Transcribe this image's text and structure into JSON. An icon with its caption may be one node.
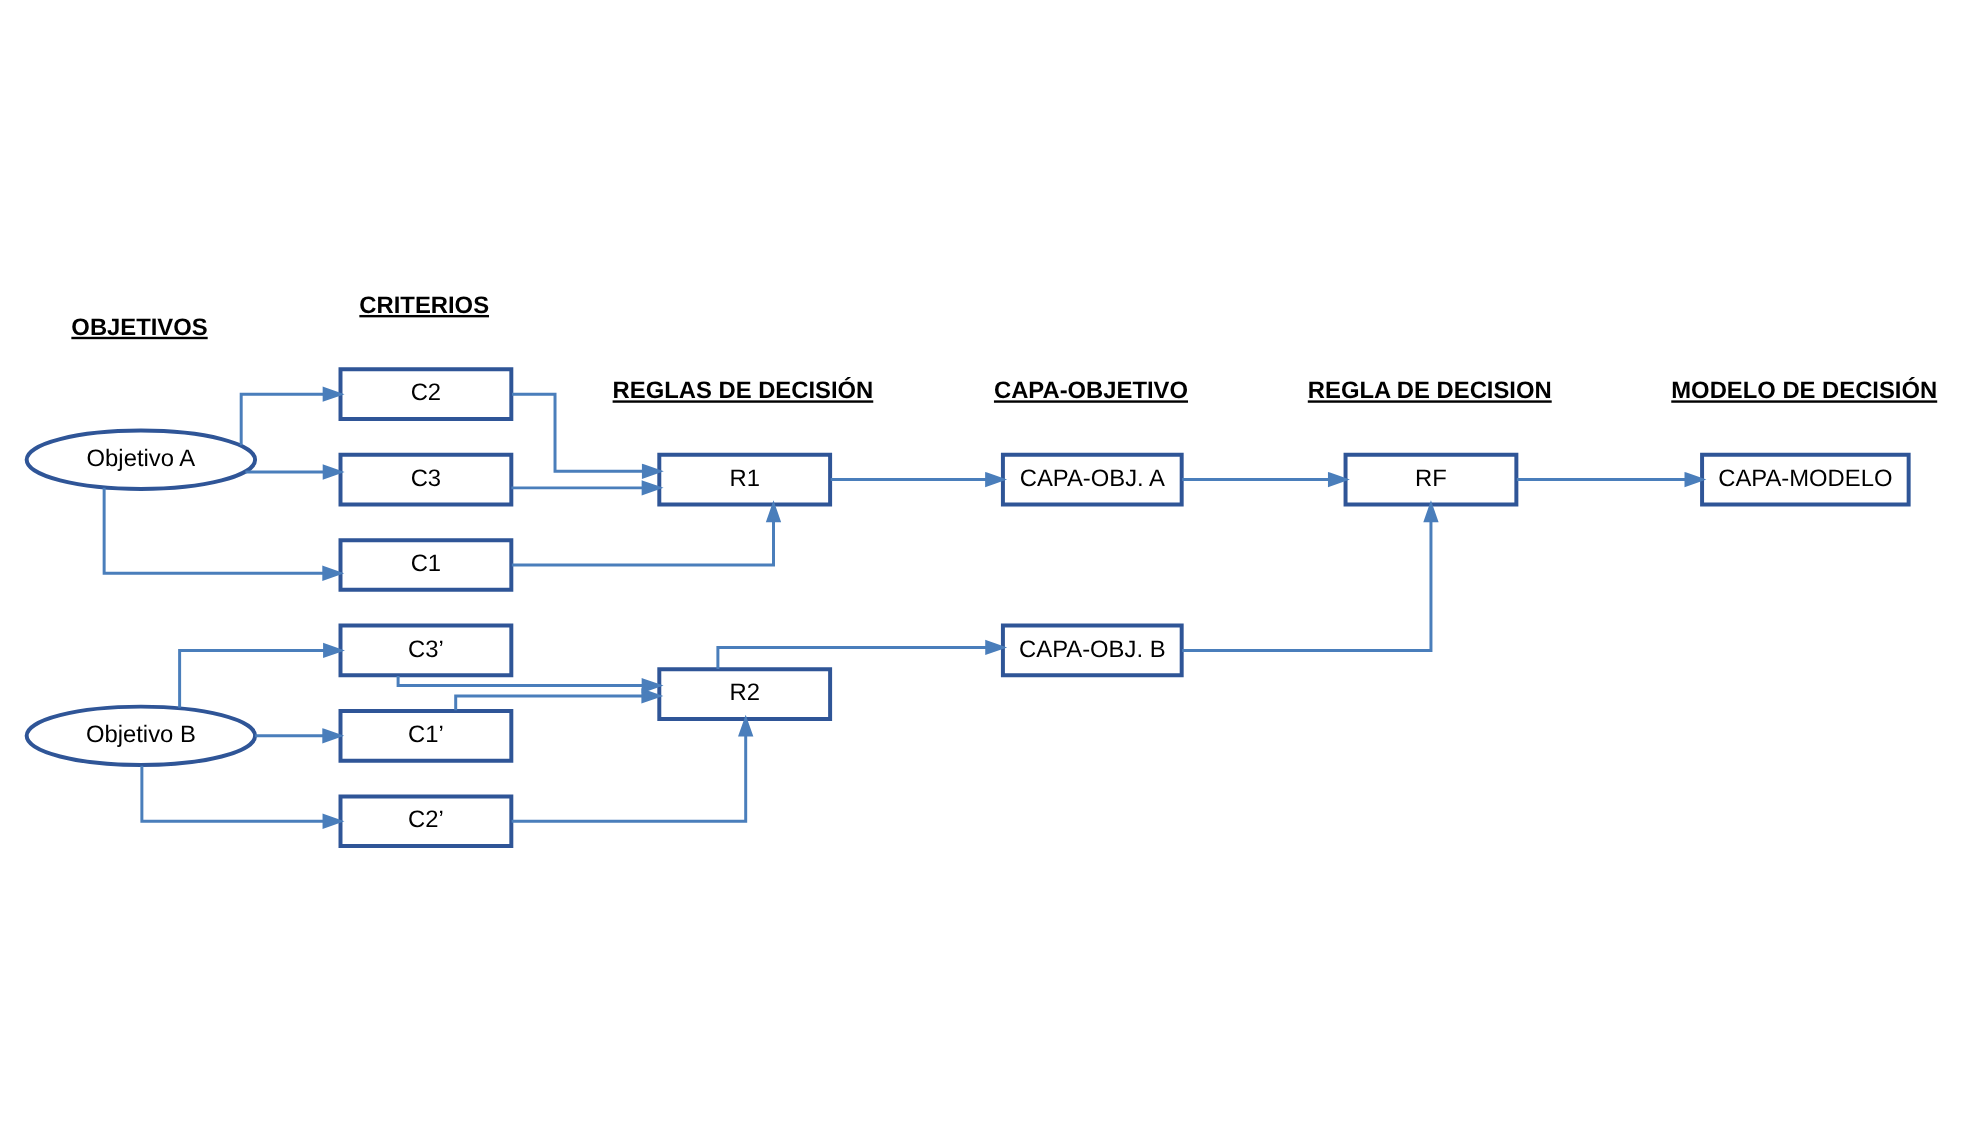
{
  "diagram": {
    "nodes": [
      {
        "text": [
          "Objetivo A"
        ]
      },
      {
        "text": [
          "C1"
        ]
      },
      {
        "text": [
          "C2"
        ]
      },
      {
        "text": [
          "C3"
        ]
      },
      {
        "text": [
          "R1"
        ]
      },
      {
        "text": [
          "CAPA-OBJ. A"
        ]
      },
      {
        "text": [
          "Objetivo B"
        ]
      },
      {
        "text": [
          "C1’"
        ]
      },
      {
        "text": [
          "C2’"
        ]
      },
      {
        "text": [
          "C3’"
        ]
      },
      {
        "text": [
          "R2"
        ]
      },
      {
        "text": [
          "CAPA-OBJ. B"
        ]
      },
      {
        "text": [
          "RF"
        ]
      },
      {
        "text": [
          "CAPA-MODELO"
        ]
      }
    ],
    "edges": [
      {
        "from": 0,
        "to": 1,
        "arrow": "to"
      },
      {
        "from": 0,
        "to": 2,
        "arrow": "to"
      },
      {
        "from": 0,
        "to": 3,
        "arrow": "to"
      },
      {
        "from": 1,
        "to": 4,
        "arrow": "to"
      },
      {
        "from": 2,
        "to": 4,
        "arrow": "to"
      },
      {
        "from": 3,
        "to": 4,
        "arrow": "to"
      },
      {
        "from": 4,
        "to": 5,
        "arrow": "to"
      },
      {
        "from": 6,
        "to": 7,
        "arrow": "to"
      },
      {
        "from": 6,
        "to": 8,
        "arrow": "to"
      },
      {
        "from": 6,
        "to": 9,
        "arrow": "to"
      },
      {
        "from": 7,
        "to": 10,
        "arrow": "to"
      },
      {
        "from": 8,
        "to": 10,
        "arrow": "to"
      },
      {
        "from": 9,
        "to": 10,
        "arrow": "to"
      },
      {
        "from": 10,
        "to": 11,
        "arrow": "to"
      },
      {
        "from": 5,
        "to": 12,
        "arrow": "to"
      },
      {
        "from": 11,
        "to": 12,
        "arrow": "to"
      },
      {
        "from": 12,
        "to": 13,
        "arrow": "to"
      }
    ],
    "labels": [
      "OBJETIVOS",
      "CRITERIOS",
      "REGLAS DE DECISIÓN",
      "CAPA-OBJETIVO",
      "REGLA DE DECISION",
      "MODELO DE DECISIÓN"
    ]
  }
}
